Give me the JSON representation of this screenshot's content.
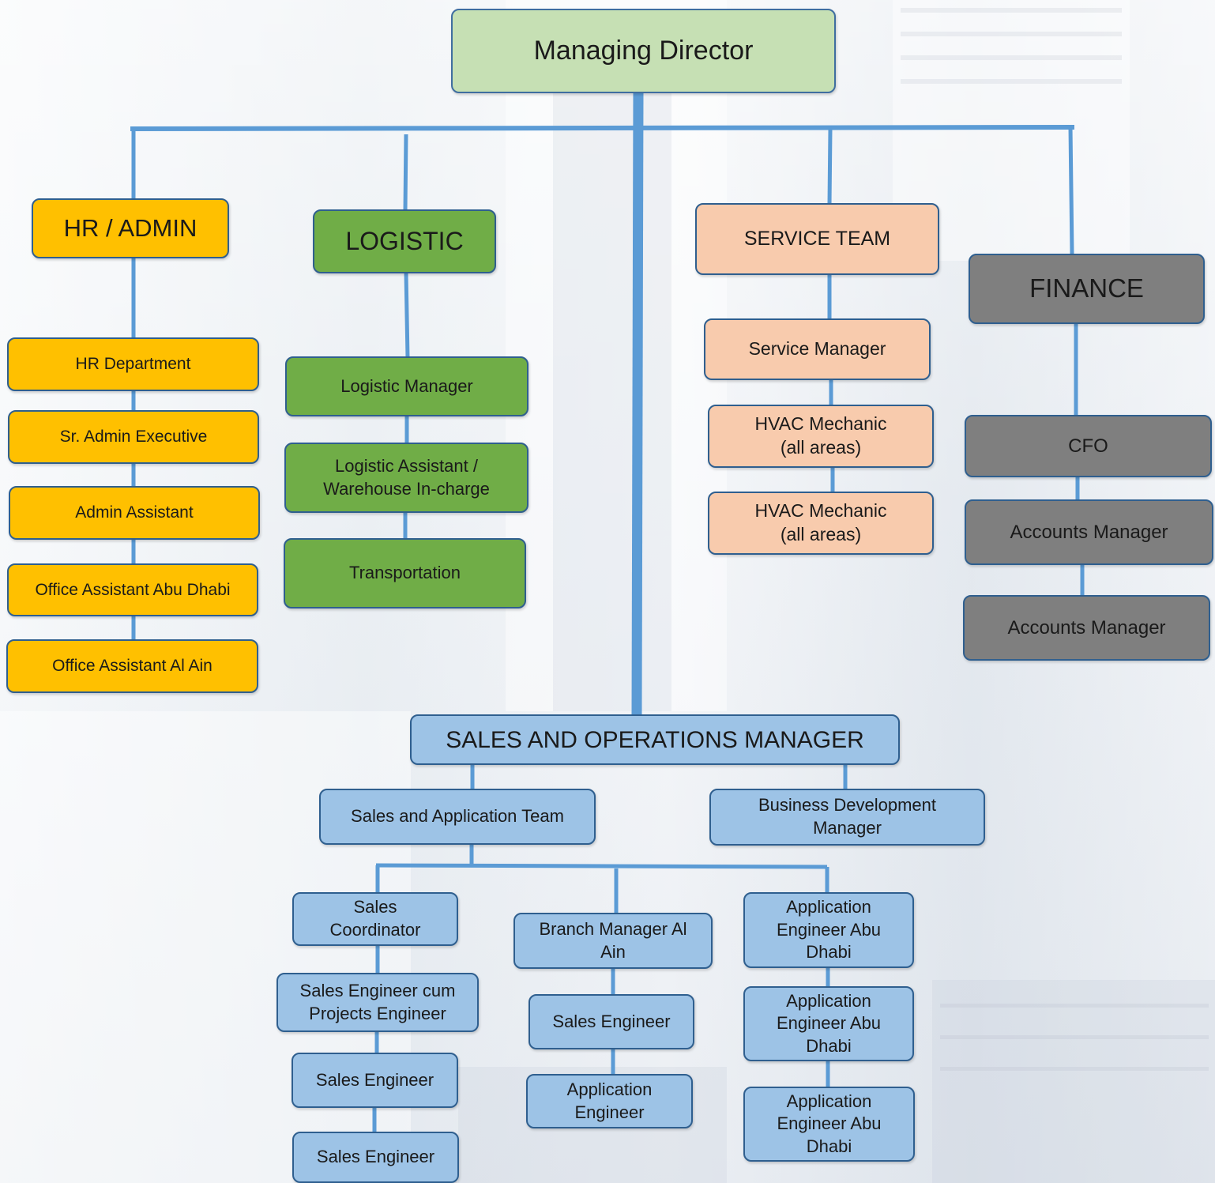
{
  "top": {
    "managing_director": "Managing Director"
  },
  "hr_admin": {
    "head": "HR / ADMIN",
    "items": [
      "HR Department",
      "Sr. Admin Executive",
      "Admin Assistant",
      "Office Assistant Abu Dhabi",
      "Office Assistant Al Ain"
    ]
  },
  "logistic": {
    "head": "LOGISTIC",
    "items": [
      "Logistic Manager",
      "Logistic Assistant / Warehouse In-charge",
      "Transportation"
    ]
  },
  "service": {
    "head": "SERVICE TEAM",
    "items": [
      "Service Manager",
      "HVAC Mechanic (all areas)",
      "HVAC Mechanic (all areas)"
    ]
  },
  "finance": {
    "head": "FINANCE",
    "items": [
      "CFO",
      "Accounts Manager",
      "Accounts Manager"
    ]
  },
  "sales_ops": {
    "head": "SALES AND OPERATIONS MANAGER",
    "sales_team": "Sales and Application Team",
    "bdm": "Business Development Manager",
    "col1": [
      "Sales Coordinator",
      "Sales Engineer cum Projects Engineer",
      "Sales Engineer",
      "Sales Engineer"
    ],
    "col2": [
      "Branch Manager Al Ain",
      "Sales Engineer",
      "Application Engineer"
    ],
    "col3": [
      "Application Engineer Abu Dhabi",
      "Application Engineer Abu Dhabi",
      "Application Engineer Abu Dhabi"
    ]
  },
  "colors": {
    "connector": "#5b9bd5",
    "managing_director": "#c6e0b4",
    "hr_admin": "#ffc000",
    "logistic": "#70ad47",
    "service": "#f8cbad",
    "finance": "#7f7f7f",
    "sales": "#9dc3e6"
  }
}
